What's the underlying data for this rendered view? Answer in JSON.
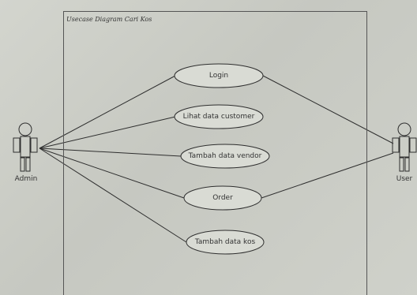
{
  "diagram": {
    "title": "Usecase Diagram Cari Kos",
    "actors": [
      {
        "id": "admin",
        "name": "Admin"
      },
      {
        "id": "user",
        "name": "User"
      }
    ],
    "use_cases": [
      {
        "id": "login",
        "label": "Login"
      },
      {
        "id": "customer",
        "label": "Lihat data customer"
      },
      {
        "id": "vendor",
        "label": "Tambah data vendor"
      },
      {
        "id": "order",
        "label": "Order"
      },
      {
        "id": "kos",
        "label": "Tambah data kos"
      }
    ],
    "associations": [
      [
        "admin",
        "login"
      ],
      [
        "admin",
        "customer"
      ],
      [
        "admin",
        "vendor"
      ],
      [
        "admin",
        "order"
      ],
      [
        "admin",
        "kos"
      ],
      [
        "user",
        "login"
      ],
      [
        "user",
        "order"
      ]
    ]
  }
}
